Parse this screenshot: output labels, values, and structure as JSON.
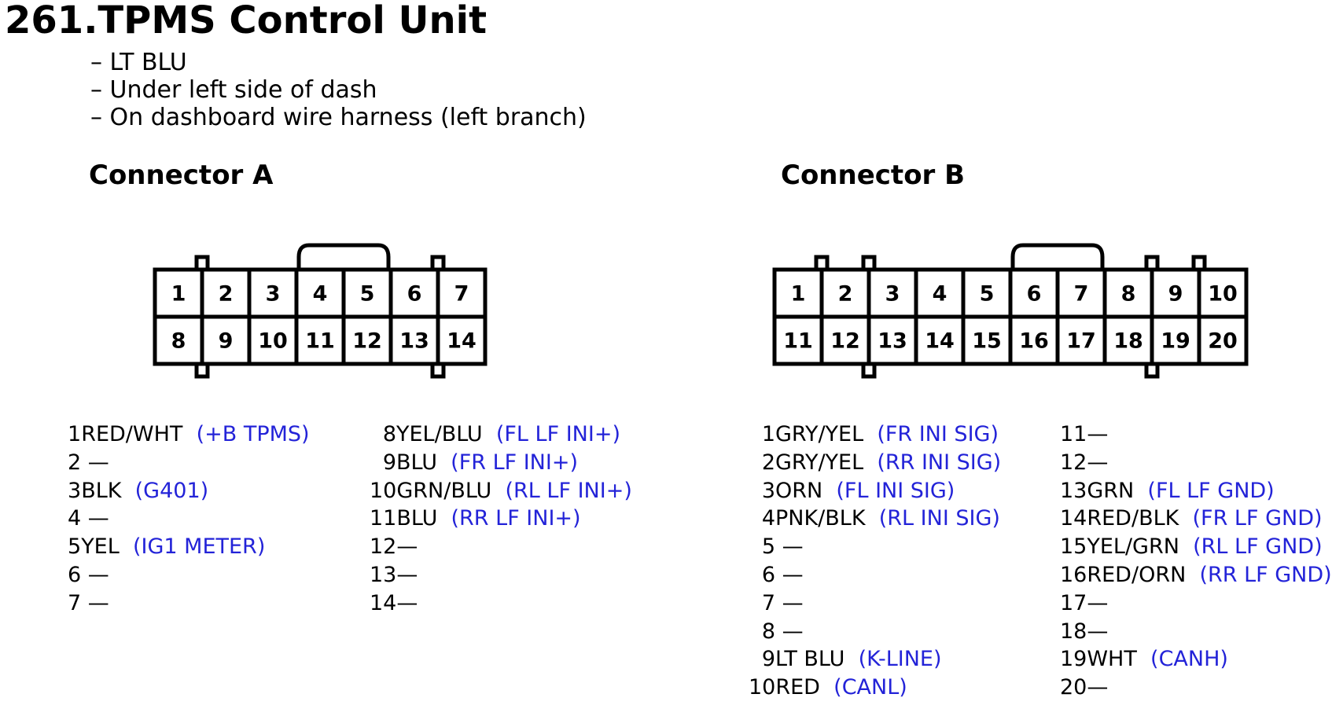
{
  "page": {
    "title": "261.TPMS Control Unit",
    "notes": [
      "– LT BLU",
      "– Under left side of dash",
      "– On dashboard wire harness (left branch)"
    ]
  },
  "colors": {
    "function_text": "#2323d8",
    "outline": "#000000"
  },
  "connector_a": {
    "title": "Connector A",
    "top_row": [
      "1",
      "2",
      "3",
      "4",
      "5",
      "6",
      "7"
    ],
    "bottom_row": [
      "8",
      "9",
      "10",
      "11",
      "12",
      "13",
      "14"
    ],
    "pins_left": [
      {
        "num": "1",
        "color": "RED/WHT",
        "func": "(+B TPMS)"
      },
      {
        "num": "2",
        "dash": " —"
      },
      {
        "num": "3",
        "color": "BLK",
        "func": "(G401)"
      },
      {
        "num": "4",
        "dash": " —"
      },
      {
        "num": "5",
        "color": "YEL",
        "func": "(IG1 METER)"
      },
      {
        "num": "6",
        "dash": " —"
      },
      {
        "num": "7",
        "dash": " —"
      }
    ],
    "pins_right": [
      {
        "num": "8",
        "color": "YEL/BLU",
        "func": "(FL LF INI+)"
      },
      {
        "num": "9",
        "color": "BLU",
        "func": "(FR LF INI+)"
      },
      {
        "num": "10",
        "color": "GRN/BLU",
        "func": "(RL LF INI+)"
      },
      {
        "num": "11",
        "color": "BLU",
        "func": "(RR LF INI+)"
      },
      {
        "num": "12",
        "dash": "—"
      },
      {
        "num": "13",
        "dash": "—"
      },
      {
        "num": "14",
        "dash": "—"
      }
    ]
  },
  "connector_b": {
    "title": "Connector B",
    "top_row": [
      "1",
      "2",
      "3",
      "4",
      "5",
      "6",
      "7",
      "8",
      "9",
      "10"
    ],
    "bottom_row": [
      "11",
      "12",
      "13",
      "14",
      "15",
      "16",
      "17",
      "18",
      "19",
      "20"
    ],
    "pins_left": [
      {
        "num": "1",
        "color": "GRY/YEL",
        "func": "(FR INI SIG)"
      },
      {
        "num": "2",
        "color": "GRY/YEL",
        "func": "(RR INI SIG)"
      },
      {
        "num": "3",
        "color": "ORN",
        "func": "(FL INI SIG)"
      },
      {
        "num": "4",
        "color": "PNK/BLK",
        "func": "(RL INI SIG)"
      },
      {
        "num": "5",
        "dash": " —"
      },
      {
        "num": "6",
        "dash": " —"
      },
      {
        "num": "7",
        "dash": " —"
      },
      {
        "num": "8",
        "dash": " —"
      },
      {
        "num": "9",
        "color": "LT BLU",
        "func": "(K-LINE)"
      },
      {
        "num": "10",
        "color": "RED",
        "func": "(CANL)"
      }
    ],
    "pins_right": [
      {
        "num": "11",
        "dash": "—"
      },
      {
        "num": "12",
        "dash": "—"
      },
      {
        "num": "13",
        "color": "GRN",
        "func": "(FL LF GND)"
      },
      {
        "num": "14",
        "color": "RED/BLK",
        "func": "(FR LF GND)"
      },
      {
        "num": "15",
        "color": "YEL/GRN",
        "func": "(RL LF GND)"
      },
      {
        "num": "16",
        "color": "RED/ORN",
        "func": "(RR LF GND)"
      },
      {
        "num": "17",
        "dash": "—"
      },
      {
        "num": "18",
        "dash": "—"
      },
      {
        "num": "19",
        "color": "WHT",
        "func": "(CANH)"
      },
      {
        "num": "20",
        "dash": "—"
      }
    ]
  }
}
